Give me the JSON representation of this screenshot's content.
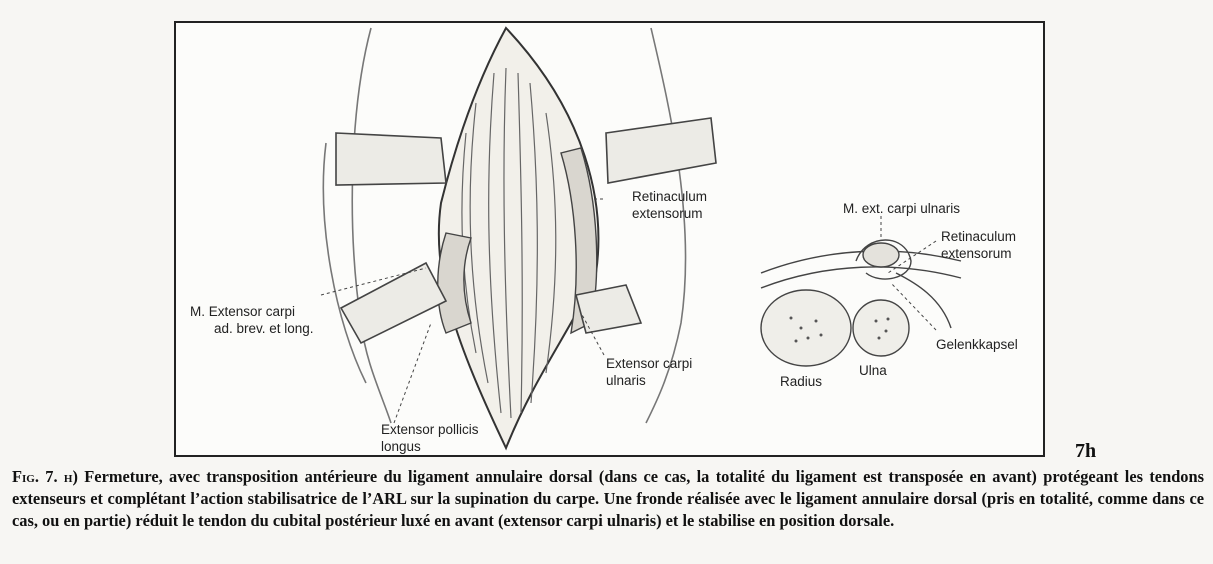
{
  "figure": {
    "labels": {
      "retinaculum_left": [
        "Retinaculum",
        "extensorum"
      ],
      "ext_carpi_radialis": [
        "M. Extensor carpi",
        "ad. brev. et long."
      ],
      "extensor_carpi_ulnaris": [
        "Extensor carpi",
        "ulnaris"
      ],
      "extensor_pollicis": [
        "Extensor pollicis",
        "longus"
      ],
      "m_ext_carpi_ulnaris": "M. ext. carpi ulnaris",
      "retinaculum_right": [
        "Retinaculum",
        "extensorum"
      ],
      "gelenkkapsel": "Gelenkkapsel",
      "radius": "Radius",
      "ulna": "Ulna"
    },
    "number": "7h"
  },
  "caption": {
    "label": "Fig. 7. h)",
    "text": "Fermeture, avec transposition antérieure du ligament annulaire dorsal (dans ce cas, la totalité du ligament est transposée en avant) protégeant les tendons extenseurs et complétant l’action stabilisatrice de l’ARL sur la supination du carpe. Une fronde réalisée avec le ligament annulaire dorsal (pris en totalité, comme dans ce cas, ou en partie) réduit le tendon du cubital postérieur luxé en avant (extensor carpi ulnaris) et le stabilise en position dorsale."
  }
}
